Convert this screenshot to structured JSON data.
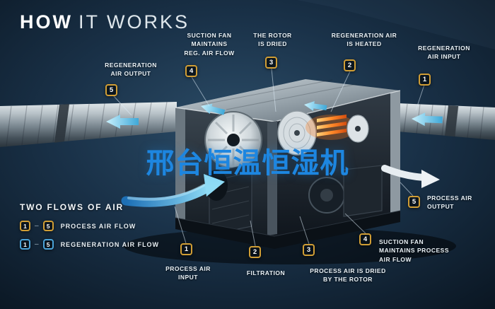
{
  "title": {
    "bold": "HOW",
    "light": "IT WORKS"
  },
  "watermark": "邢台恒温恒湿机",
  "colors": {
    "background": "#12283a",
    "badge_gold": "#d19e35",
    "badge_blue": "#4aa3d8",
    "arrow_cyan": "#7fd0ec",
    "arrow_blue": "#2d86c8",
    "heater_orange": "#ff8a2a",
    "watermark_blue": "#1d86e0"
  },
  "callouts": [
    {
      "num": "5",
      "label": "REGENERATION\nAIR OUTPUT"
    },
    {
      "num": "4",
      "label": "SUCTION FAN\nMAINTAINS\nREG. AIR FLOW"
    },
    {
      "num": "3",
      "label": "THE ROTOR\nIS DRIED"
    },
    {
      "num": "2",
      "label": "REGENERATION AIR\nIS HEATED"
    },
    {
      "num": "1",
      "label": "REGENERATION\nAIR INPUT"
    },
    {
      "num": "5",
      "label": "PROCESS AIR\nOUTPUT"
    },
    {
      "num": "4",
      "label": "SUCTION FAN\nMAINTAINS PROCESS\nAIR FLOW"
    },
    {
      "num": "3",
      "label": "PROCESS AIR IS DRIED\nBY THE ROTOR"
    },
    {
      "num": "2",
      "label": "FILTRATION"
    },
    {
      "num": "1",
      "label": "PROCESS AIR\nINPUT"
    }
  ],
  "legend": {
    "title": "TWO FLOWS OF AIR",
    "rows": [
      {
        "start": "1",
        "end": "5",
        "separator": "–",
        "label": "PROCESS AIR FLOW"
      },
      {
        "start": "1",
        "end": "5",
        "separator": "–",
        "label": "REGENERATION AIR FLOW"
      }
    ]
  }
}
